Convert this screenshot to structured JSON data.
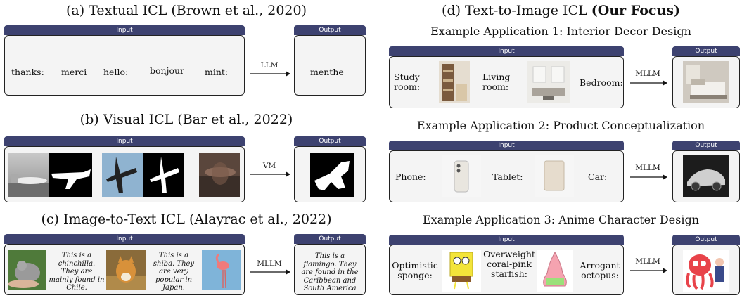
{
  "panel_a": {
    "title": "(a) Textual ICL (Brown et al., 2020)",
    "input_header": "Input",
    "output_header": "Output",
    "items": [
      "thanks:",
      "merci",
      "hello:",
      "bonjour",
      "mint:"
    ],
    "arrow_label": "LLM",
    "output": "menthe"
  },
  "panel_b": {
    "title": "(b) Visual ICL (Bar et al., 2022)",
    "input_header": "Input",
    "output_header": "Output",
    "arrow_label": "VM"
  },
  "panel_c": {
    "title": "(c) Image-to-Text ICL (Alayrac et al., 2022)",
    "input_header": "Input",
    "output_header": "Output",
    "captions": [
      "This is a chinchilla. They are mainly found in Chile.",
      "This is a shiba. They are very popular in Japan."
    ],
    "arrow_label": "MLLM",
    "output": "This is a flamingo. They are found in the Caribbean and South America"
  },
  "panel_d": {
    "title": "(d) Text-to-Image ICL",
    "title_bold": "(Our Focus)",
    "app1": {
      "subtitle": "Example Application 1: Interior Decor Design",
      "input_header": "Input",
      "output_header": "Output",
      "labels": [
        "Study room:",
        "Living room:",
        "Bedroom:"
      ],
      "arrow_label": "MLLM"
    },
    "app2": {
      "subtitle": "Example Application 2: Product Conceptualization",
      "input_header": "Input",
      "output_header": "Output",
      "labels": [
        "Phone:",
        "Tablet:",
        "Car:"
      ],
      "arrow_label": "MLLM"
    },
    "app3": {
      "subtitle": "Example Application 3: Anime Character Design",
      "input_header": "Input",
      "output_header": "Output",
      "labels": [
        "Optimistic sponge:",
        "Overweight coral-pink starfish:",
        "Arrogant octopus:"
      ],
      "arrow_label": "MLLM"
    }
  },
  "colors": {
    "header": "#3d4270",
    "box_fill": "#f4f4f4",
    "border": "#222222"
  }
}
